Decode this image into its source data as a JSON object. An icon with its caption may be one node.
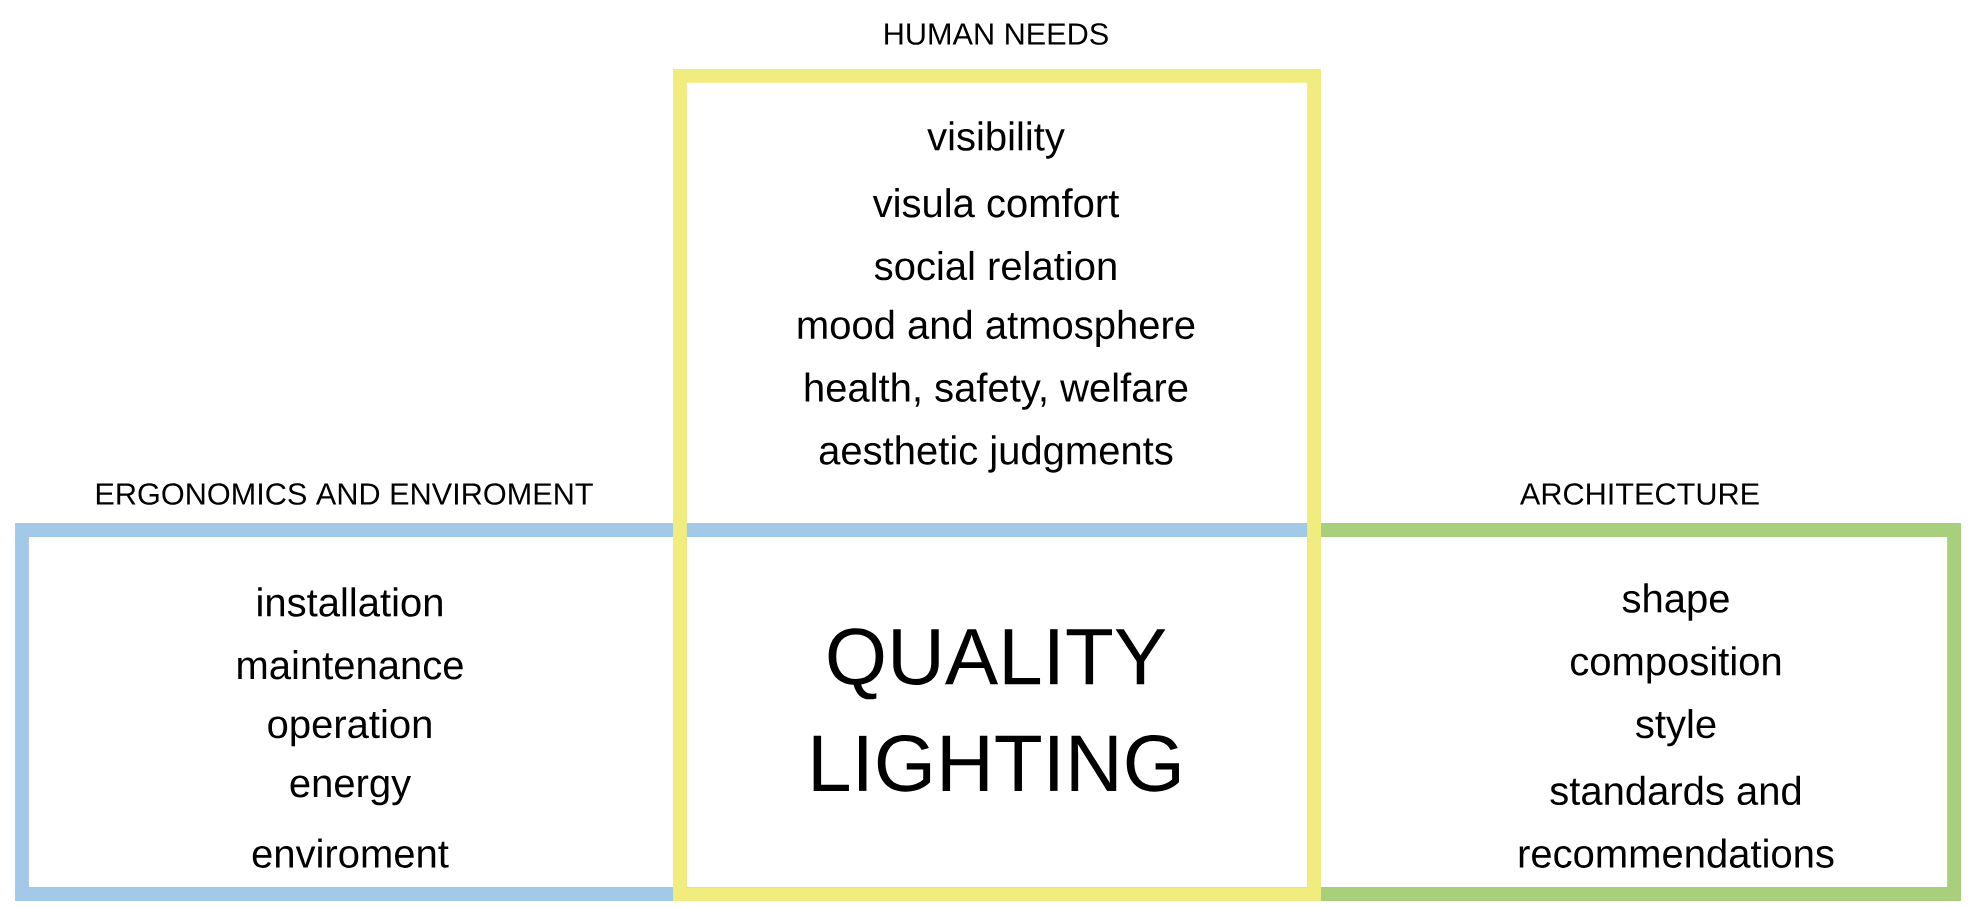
{
  "diagram": {
    "nodes": [
      {
        "text": [
          "HUMAN NEEDS",
          "visibility",
          "visula comfort",
          "social relation",
          "mood and atmosphere",
          "health, safety, welfare",
          "aesthetic judgments"
        ]
      },
      {
        "text": [
          "ERGONOMICS AND ENVIROMENT",
          "installation",
          "maintenance",
          "operation",
          "energy",
          "enviroment"
        ]
      },
      {
        "text": [
          "ARCHITECTURE",
          "shape",
          "composition",
          "style",
          "standards and",
          "recommendations"
        ]
      },
      {
        "text": [
          "QUALITY LIGHTING"
        ]
      }
    ]
  }
}
